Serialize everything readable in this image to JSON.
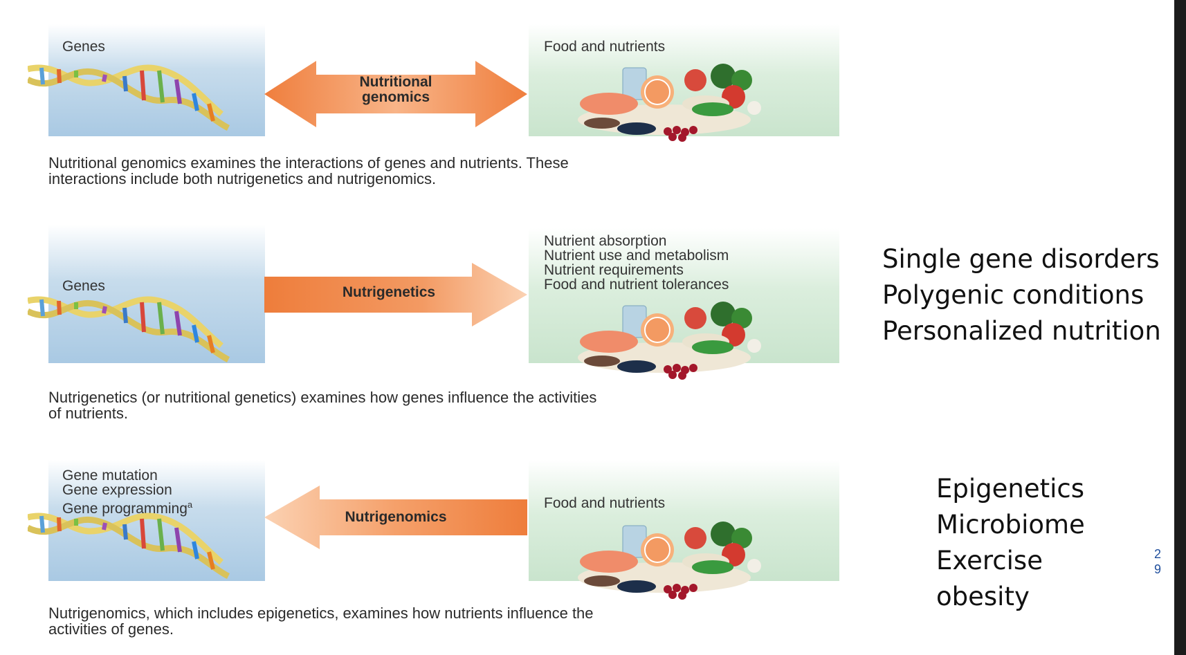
{
  "rows": [
    {
      "genes_label": "Genes",
      "food_label": "Food and nutrients",
      "arrow_label_line1": "Nutritional",
      "arrow_label_line2": "genomics",
      "caption_line1": "Nutritional genomics examines the interactions of genes and nutrients. These",
      "caption_line2": "interactions include both nutrigenetics and nutrigenomics."
    },
    {
      "genes_label": "Genes",
      "effects": [
        "Nutrient absorption",
        "Nutrient use and metabolism",
        "Nutrient requirements",
        "Food and nutrient tolerances"
      ],
      "arrow_label": "Nutrigenetics",
      "caption_line1": "Nutrigenetics (or nutritional genetics) examines how genes influence the activities",
      "caption_line2": "of nutrients."
    },
    {
      "gene_effects": [
        "Gene mutation",
        "Gene expression",
        "Gene programming"
      ],
      "superscript": "a",
      "food_label": "Food and nutrients",
      "arrow_label": "Nutrigenomics",
      "caption_line1": "Nutrigenomics, which includes epigenetics, examines how nutrients influence the",
      "caption_line2": "activities of genes."
    }
  ],
  "side_list_1": [
    "Single gene disorders",
    "Polygenic conditions",
    "Personalized nutrition"
  ],
  "side_list_2": [
    "Epigenetics",
    "Microbiome",
    "Exercise",
    "obesity"
  ],
  "page_number": [
    "2",
    "9"
  ],
  "colors": {
    "arrow": "#f08a4b",
    "arrow_light": "#f9c9a5",
    "panel_blue": "#a9c9e3",
    "panel_green": "#c9e4cd"
  }
}
